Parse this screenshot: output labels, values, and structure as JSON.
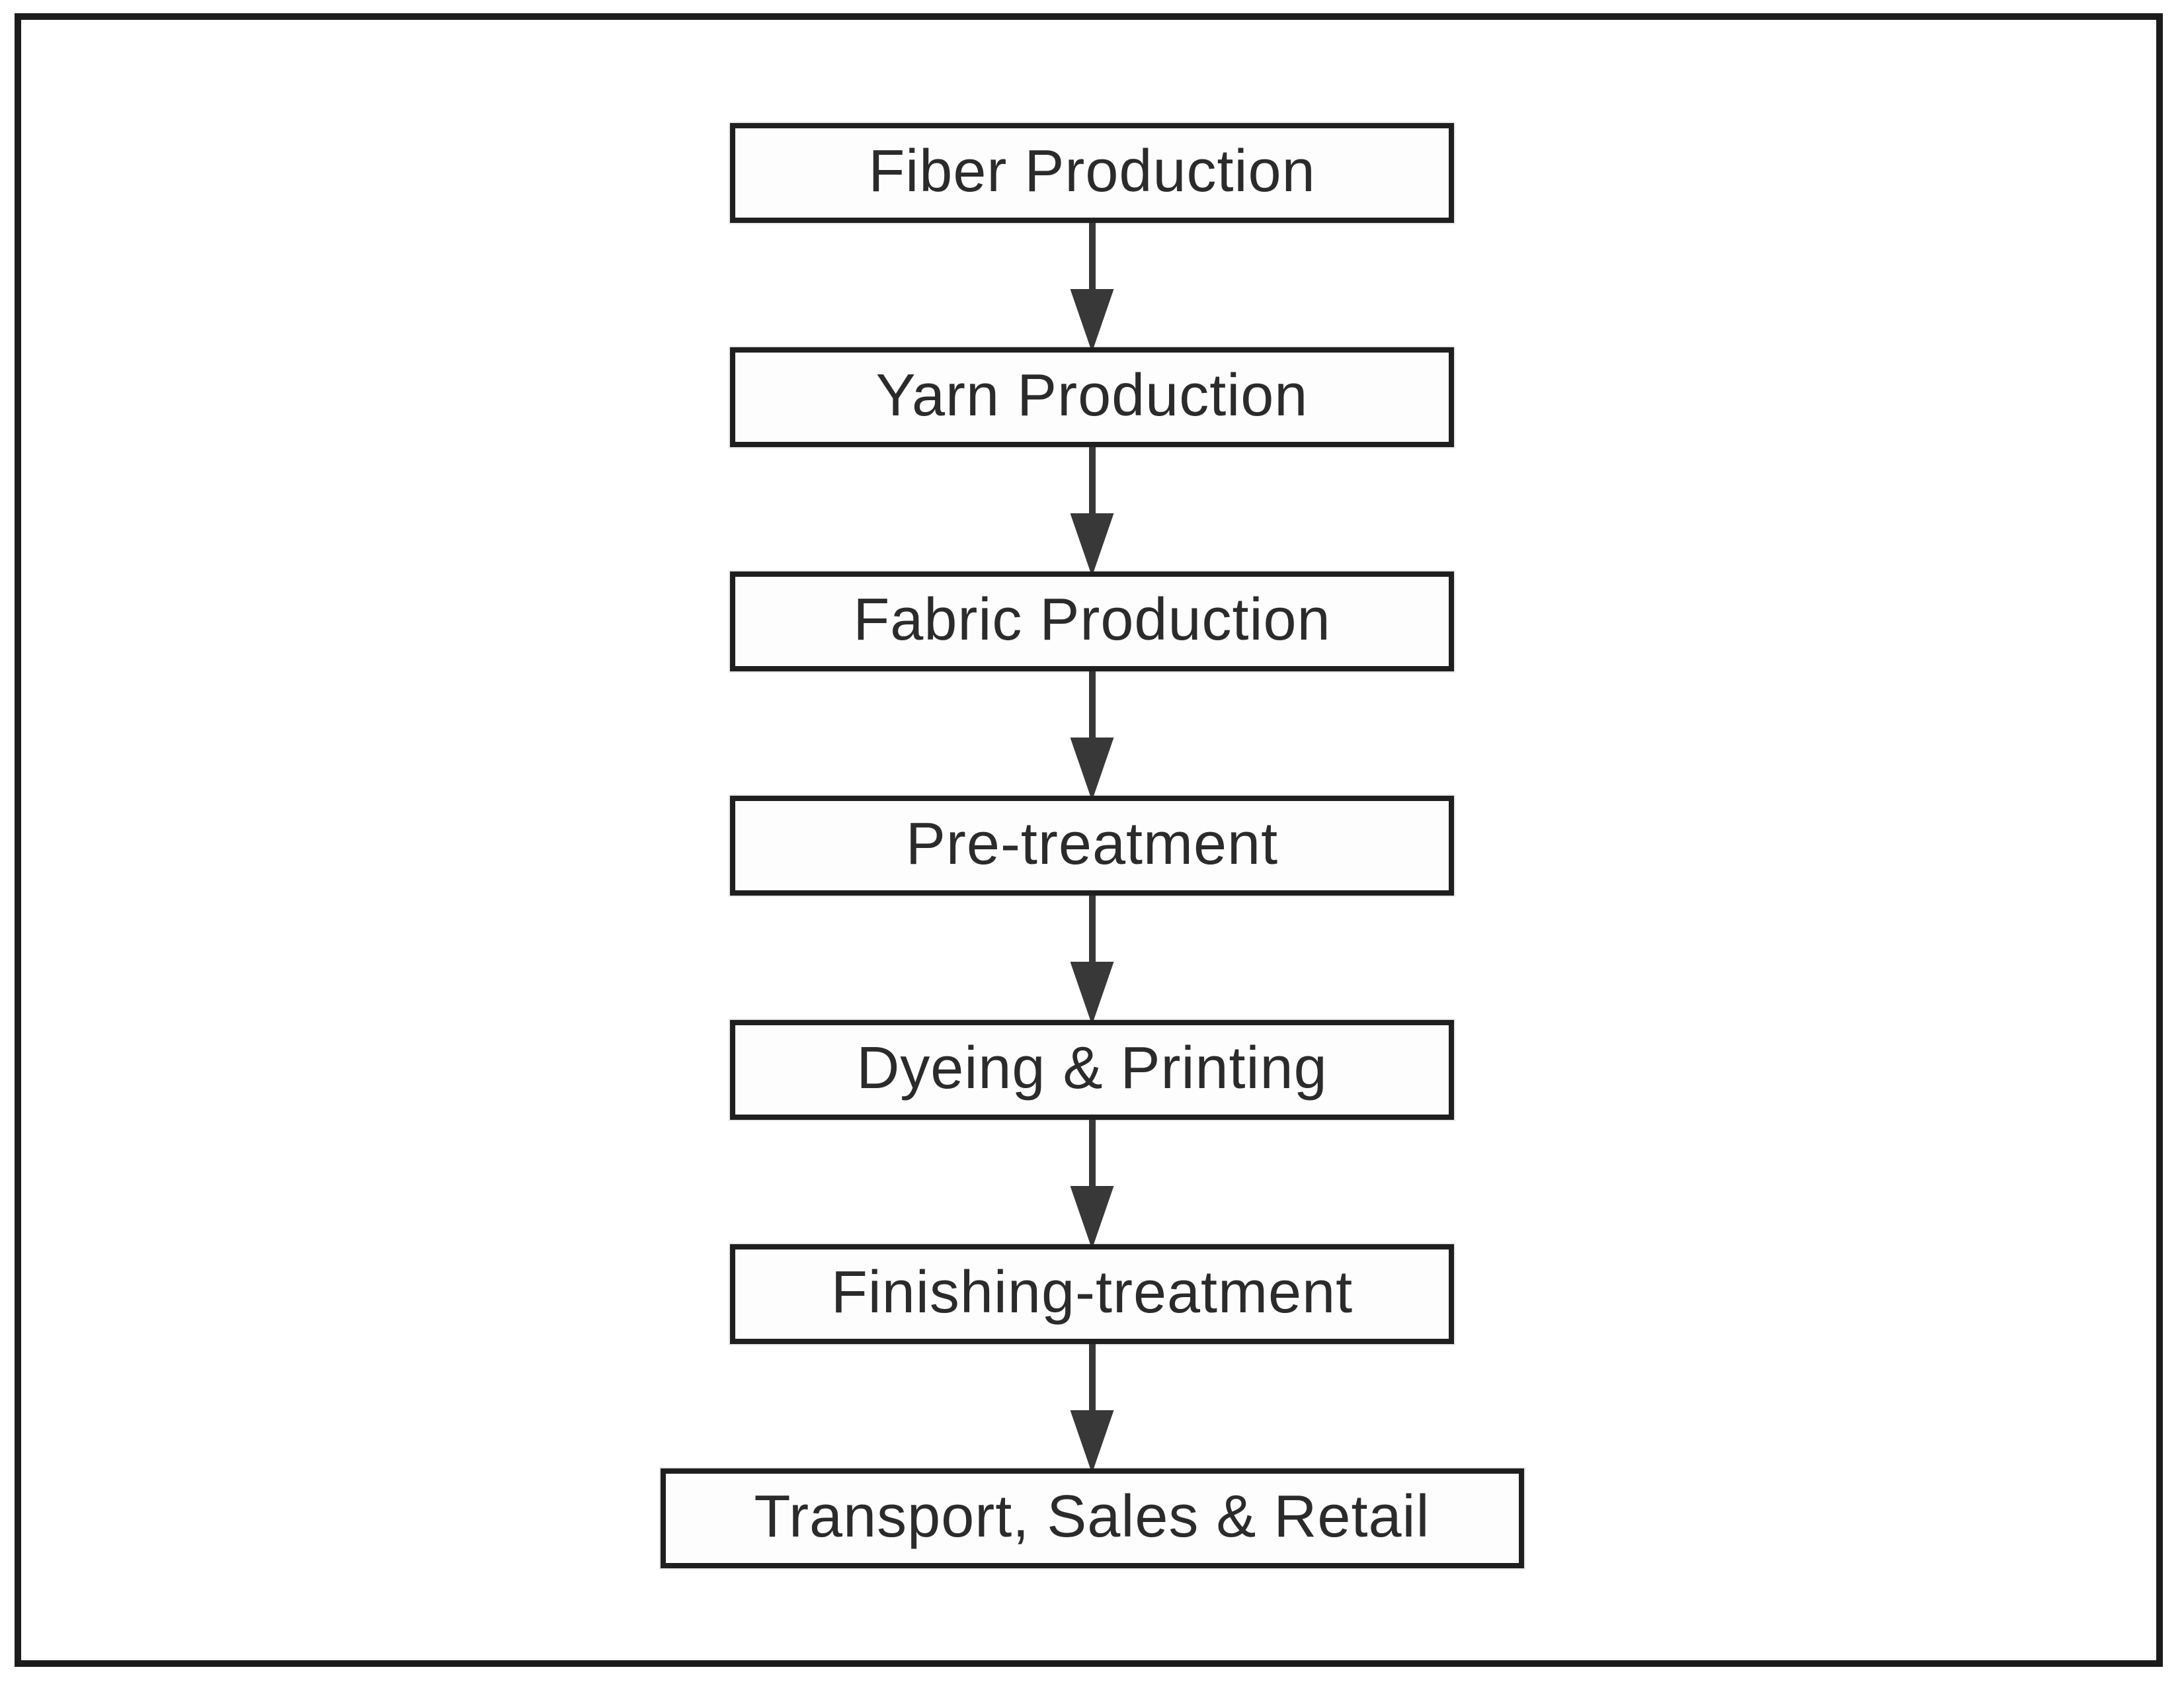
{
  "flowchart": {
    "description": "Vertical process flowchart with seven sequential stages connected by downward arrows",
    "nodes": [
      {
        "label": "Fiber Production"
      },
      {
        "label": "Yarn Production"
      },
      {
        "label": "Fabric Production"
      },
      {
        "label": "Pre-treatment"
      },
      {
        "label": "Dyeing & Printing"
      },
      {
        "label": "Finishing-treatment"
      },
      {
        "label": "Transport, Sales & Retail"
      }
    ],
    "colors": {
      "background": "#ffffff",
      "frame_border": "#1c1c1c",
      "node_border": "#1f1f1f",
      "node_fill": "#fdfdfd",
      "text": "#2b2b2b",
      "arrow": "#383838"
    }
  }
}
